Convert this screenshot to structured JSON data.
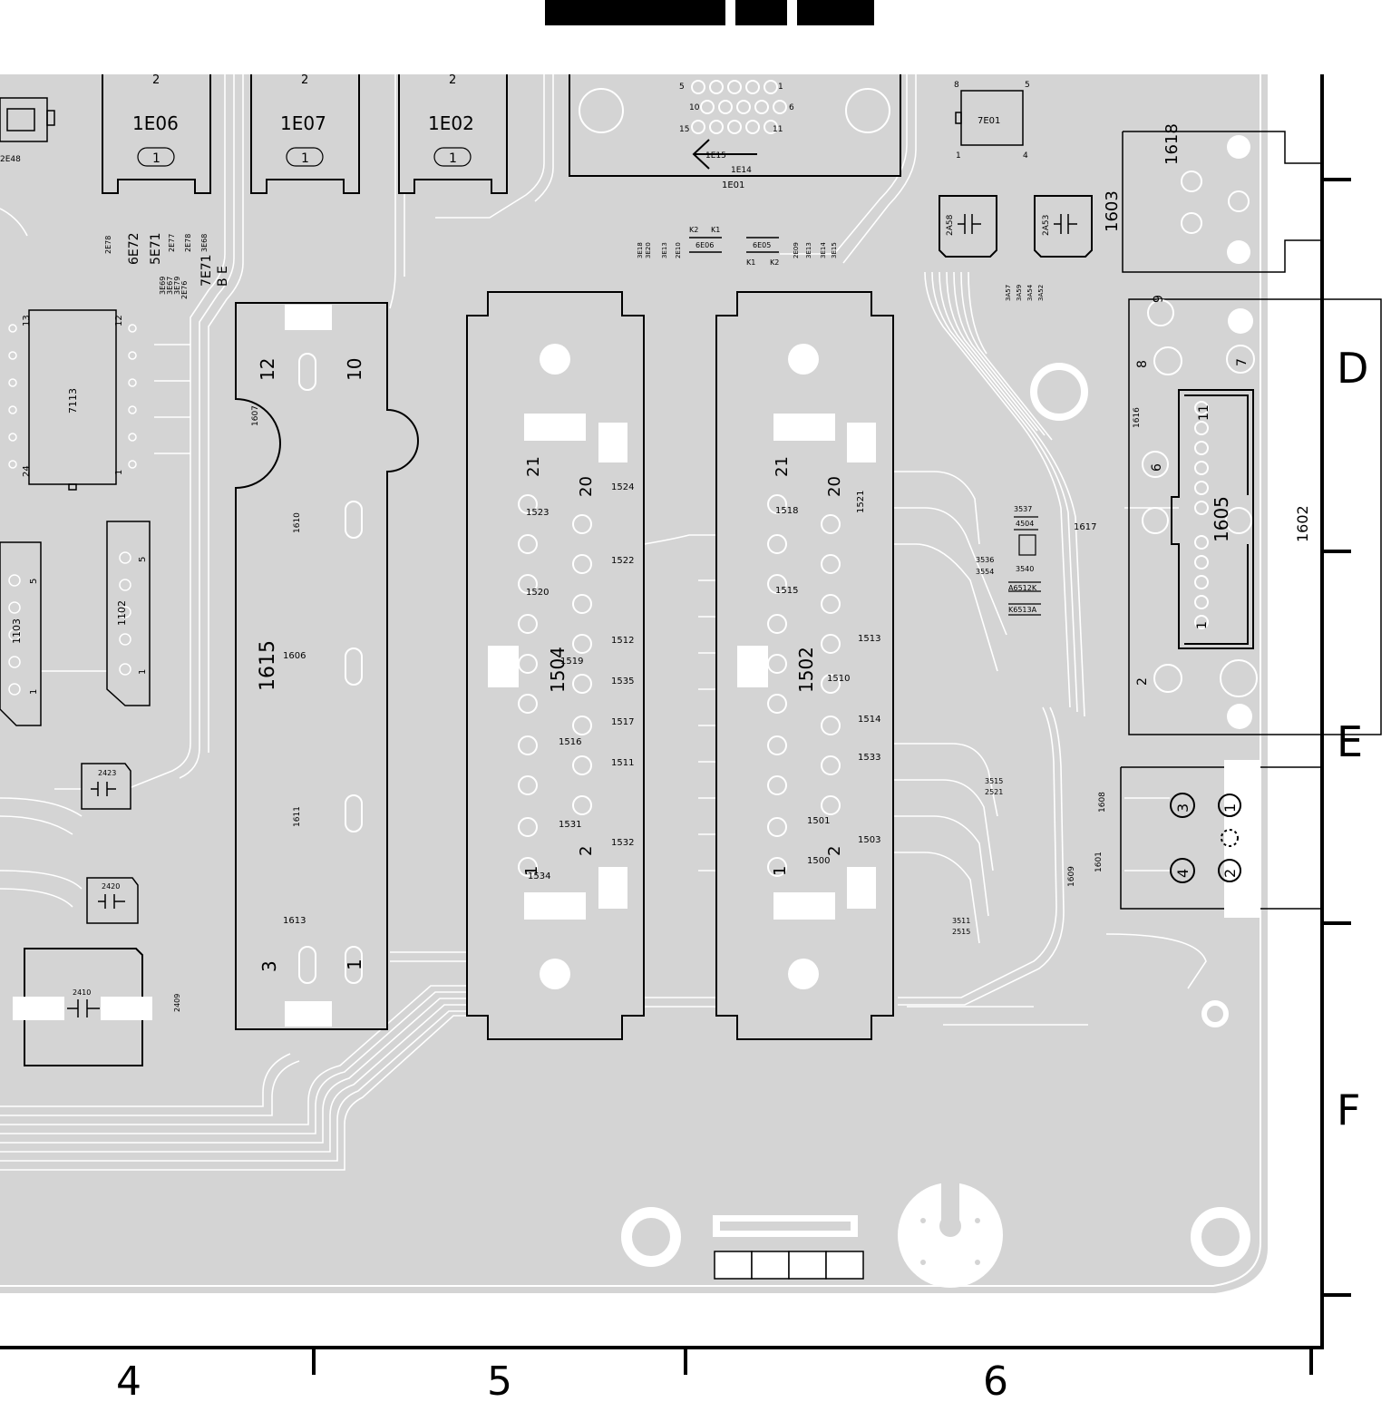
{
  "header_blocks": [
    "",
    "",
    ""
  ],
  "grid": {
    "columns": [
      "4",
      "5",
      "6"
    ],
    "rows": [
      "D",
      "E",
      "F"
    ]
  },
  "connectors": {
    "c1615": "1615",
    "c1615_pins": {
      "p12": "12",
      "p10": "10",
      "p3": "3",
      "p1": "1"
    },
    "c1607": "1607",
    "c1610": "1610",
    "c1606": "1606",
    "c1611": "1611",
    "c1613": "1613",
    "c1504": "1504",
    "c1504_pins": {
      "p21": "21",
      "p20": "20",
      "p2": "2",
      "p1": "1"
    },
    "c1502": "1502",
    "c1502_pins": {
      "p21": "21",
      "p20": "20",
      "p2": "2",
      "p1": "1"
    },
    "c1605": "1605",
    "c1605_pins": {
      "p11": "11",
      "p1": "1",
      "p9": "9",
      "p8": "8",
      "p7": "7",
      "p6": "6",
      "p2": "2"
    },
    "c1602": "1602",
    "c1616": "1616",
    "c1617": "1617",
    "c1618": "1618",
    "c1603": "1603",
    "c1608": "1608",
    "c1609": "1609",
    "c1601": "1601",
    "c_small_pins": {
      "p3": "3",
      "p1": "1",
      "p4": "4",
      "p2": "2"
    }
  },
  "pins_1504": [
    "1524",
    "1523",
    "1522",
    "1520",
    "1512",
    "1519",
    "1535",
    "1517",
    "1516",
    "1511",
    "1531",
    "1532",
    "1534"
  ],
  "pins_1502": [
    "1518",
    "1521",
    "1515",
    "1513",
    "1510",
    "1514",
    "1533",
    "1501",
    "1503",
    "1500"
  ],
  "components": {
    "ic7113": "7113",
    "ic7113_pins": {
      "p13": "13",
      "p12": "12",
      "p24": "24",
      "p1": "1"
    },
    "c1102": "1102",
    "c1102_pins": {
      "p5": "5",
      "p1": "1"
    },
    "c1103": "1103",
    "c1103_pins": {
      "p5": "5",
      "p1": "1"
    },
    "r2423": "2423",
    "r2420": "2420",
    "r2410": "2410",
    "r2409": "2409",
    "sw1E06": "1E06",
    "sw1E07": "1E07",
    "sw1E02": "1E02",
    "sw_pin": "1",
    "sw_pin2": "2",
    "u1E15": "1E15",
    "u1E14": "1E14",
    "u1E01": "1E01",
    "ic7E01": "7E01",
    "ic7E01_pins": {
      "p8": "8",
      "p5": "5",
      "p1": "1",
      "p4": "4"
    },
    "dsub_pins": {
      "p5": "5",
      "p10": "10",
      "p15": "15",
      "p1": "1",
      "p6": "6",
      "p11": "11"
    },
    "c2A58": "2A58",
    "c2A53": "2A53",
    "l6E06": "6E06",
    "l6E05": "6E05",
    "k2": "K2",
    "k1": "K1",
    "label6E72": "6E72",
    "label5E71": "5E71",
    "label7E71": "7E71",
    "labelBE": "B E",
    "label2E48": "2E48",
    "t3537": "3537",
    "t4504": "4504",
    "t3540": "3540",
    "t3536": "3536",
    "t3554": "3554",
    "tA6512K": "A6512K",
    "tK6513A": "K6513A",
    "t3515": "3515",
    "t2521": "2521",
    "t3511": "3511",
    "t2515": "2515"
  },
  "small_refs_left": [
    "2E78",
    "3E69",
    "3E67",
    "3E79",
    "2E76",
    "2E77",
    "2E78",
    "3E68"
  ],
  "small_refs_mid": [
    "3E18",
    "3E20",
    "3E13",
    "2E10",
    "2E09",
    "3E13",
    "3E14",
    "3E15"
  ],
  "small_refs_right": [
    "3A57",
    "3A59",
    "3A54",
    "3A52"
  ],
  "colors": {
    "board": "#d4d4d4",
    "trace": "#ffffff",
    "ink": "#000000"
  }
}
